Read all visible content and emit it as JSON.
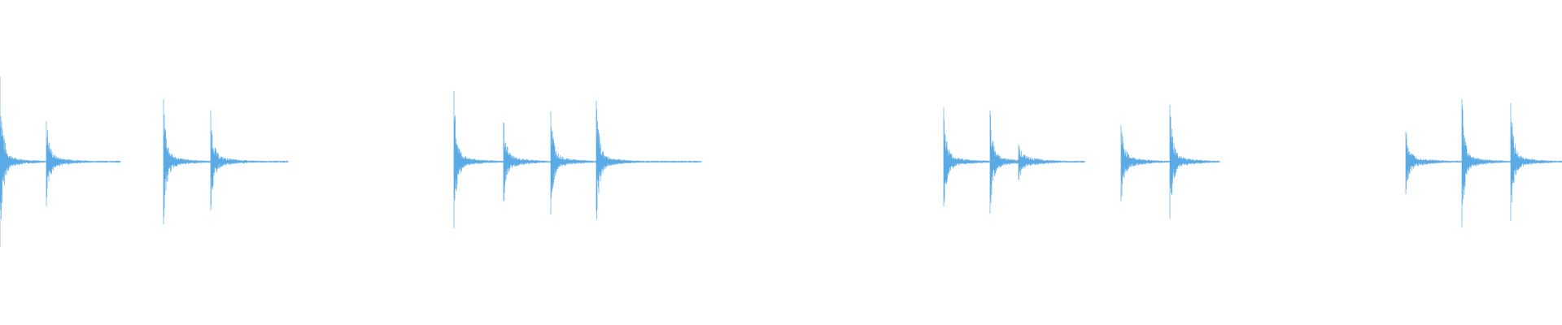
{
  "waveform": {
    "color": "#5aaae6",
    "background": "#ffffff",
    "clusters": [
      {
        "transients": [
          0.0,
          57.0
        ],
        "tail_end": 148.0
      },
      {
        "transients": [
          201.0,
          259.0
        ],
        "tail_end": 354.0
      },
      {
        "transients": [
          558.0,
          619.0,
          677.0,
          733.0
        ],
        "tail_end": 862.0
      },
      {
        "transients": [
          1160.0,
          1217.0,
          1252.0
        ],
        "tail_end": 1333.0
      },
      {
        "transients": [
          1378.0,
          1438.0
        ],
        "tail_end": 1499.0
      },
      {
        "transients": [
          1728.0,
          1797.0,
          1857.0
        ],
        "tail_end": 1920.0
      }
    ]
  }
}
